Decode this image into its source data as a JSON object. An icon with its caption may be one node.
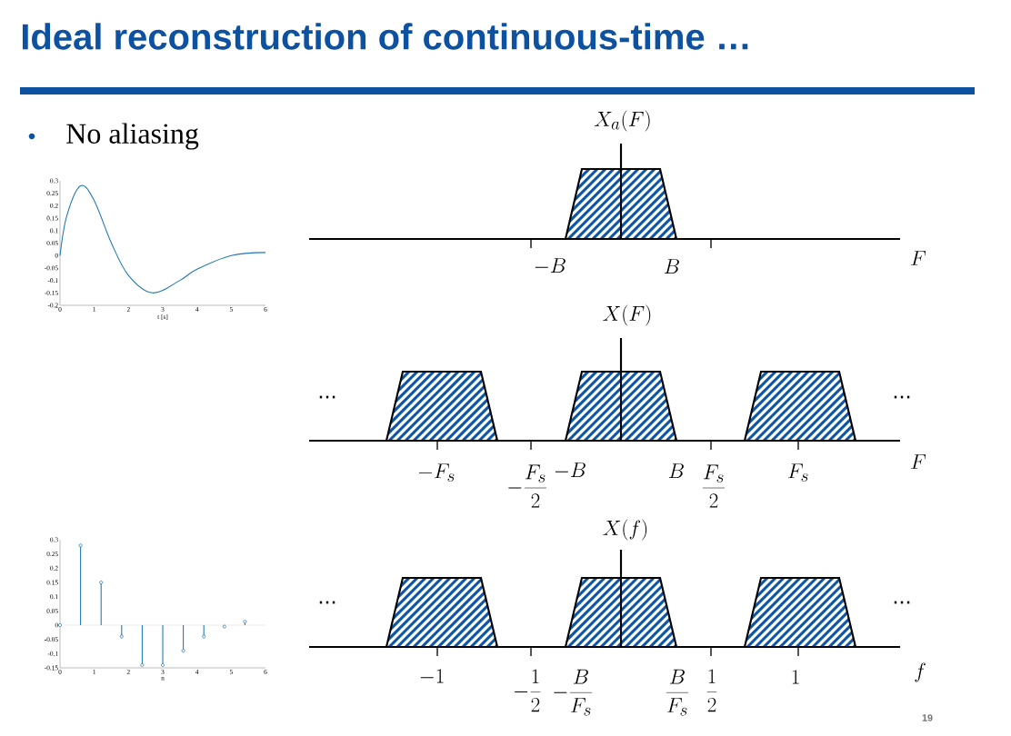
{
  "diagram": {
    "title": "Ideal reconstruction of continuous-time …",
    "labels": [
      "No aliasing",
      "X_a(F)",
      "-B",
      "B",
      "F",
      "X(F)",
      "...",
      "...",
      "-F_s",
      "-\\frac{F_s}{2}",
      "-B",
      "B",
      "\\frac{F_s}{2}",
      "F_s",
      "F",
      "X(f)",
      "...",
      "...",
      "-1",
      "-\\frac{1}{2}",
      "-\\frac{B}{F_s}",
      "\\frac{B}{F_s}",
      "\\frac{1}{2}",
      "1",
      "f",
      "0.3",
      "0.25",
      "0.2",
      "0.15",
      "0.1",
      "0.05",
      "0",
      "-0.05",
      "-0.1",
      "-0.15",
      "-0.2",
      "0",
      "1",
      "2",
      "3",
      "4",
      "5",
      "6",
      "t [s]",
      "0.3",
      "0.25",
      "0.2",
      "0.15",
      "0.1",
      "0.05",
      "0",
      "-0.05",
      "-0.1",
      "-0.15",
      "0",
      "1",
      "2",
      "3",
      "4",
      "5",
      "6",
      "n",
      "19"
    ]
  }
}
